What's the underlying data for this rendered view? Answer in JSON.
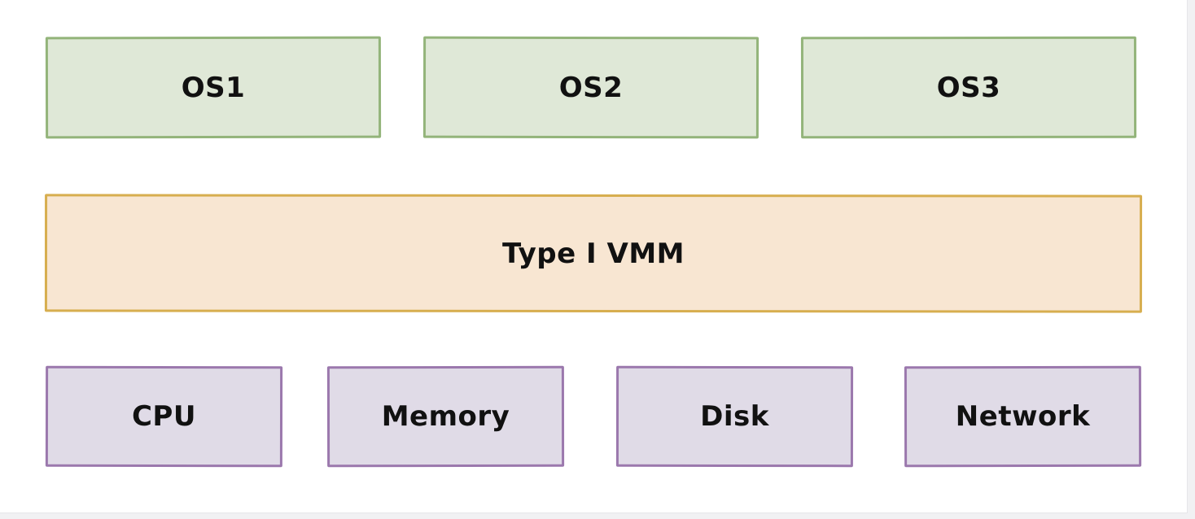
{
  "guest_layer": {
    "boxes": [
      "OS1",
      "OS2",
      "OS3"
    ]
  },
  "hypervisor_layer": {
    "label": "Type I VMM"
  },
  "hardware_layer": {
    "boxes": [
      "CPU",
      "Memory",
      "Disk",
      "Network"
    ]
  },
  "colors": {
    "os_fill": "#dfe8d7",
    "os_border": "#93b47a",
    "vmm_fill": "#f8e6d2",
    "vmm_border": "#d7ae4f",
    "hardware_fill": "#e0dbe7",
    "hardware_border": "#9b78ad"
  }
}
